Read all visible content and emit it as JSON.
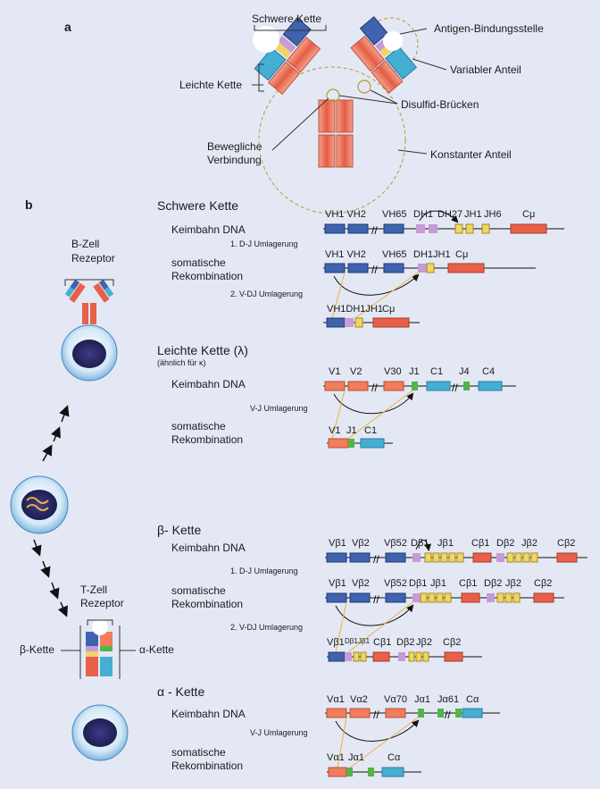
{
  "panel_a": {
    "letter": "a",
    "heavy_chain": "Schwere Kette",
    "light_chain": "Leichte Kette",
    "antigen_site": "Antigen-Bindungsstelle",
    "variable": "Variabler Anteil",
    "disulfide": "Disulfid-Brücken",
    "hinge_line1": "Bewegliche",
    "hinge_line2": "Verbindung",
    "constant": "Konstanter Anteil"
  },
  "panel_b": {
    "letter": "b",
    "bcell_line1": "B-Zell",
    "bcell_line2": "Rezeptor",
    "tcell_line1": "T-Zell",
    "tcell_line2": "Rezeptor",
    "beta_chain_label": "β-Kette",
    "alpha_chain_label": "α-Kette",
    "germline": "Keimbahn DNA",
    "somatic_line1": "somatische",
    "somatic_line2": "Rekombination",
    "dj": "1.  D-J Umlagerung",
    "vdj": "2.  V-DJ Umlagerung",
    "vj": "V-J Umlagerung",
    "heavy": {
      "title": "Schwere Kette",
      "germline_genes": [
        "VH1 VH2",
        "VH65",
        "DH1",
        "DH27",
        "JH1",
        "JH6",
        "Cμ"
      ],
      "step1_genes": [
        "VH1 VH2",
        "VH65",
        "DH1JH1",
        "Cμ"
      ],
      "step2_genes": [
        "VH1DH1JH1",
        "Cμ"
      ]
    },
    "light": {
      "title": "Leichte Kette (λ)",
      "note": "(ähnlich für κ)",
      "germline_genes": [
        "V1",
        "V2",
        "V30",
        "J1",
        "C1",
        "J4",
        "C4"
      ],
      "recomb_genes": [
        "V1",
        "J1",
        "C1"
      ]
    },
    "beta": {
      "title": "β- Kette",
      "germline_genes": [
        "Vβ1",
        "Vβ2",
        "Vβ52",
        "Dβ1",
        "Jβ1",
        "Cβ1",
        "Dβ2",
        "Jβ2",
        "Cβ2"
      ],
      "step1_genes": [
        "Vβ1",
        "Vβ2",
        "Vβ52",
        "Dβ1",
        "Jβ1",
        "Cβ1",
        "Dβ2",
        "Jβ2",
        "Cβ2"
      ],
      "step2_genes": [
        "Vβ1",
        "Dβ1",
        "Jβ1",
        "Cβ1",
        "Dβ2",
        "Jβ2",
        "Cβ2"
      ]
    },
    "alpha": {
      "title": "α - Kette",
      "germline_genes": [
        "Vα1",
        "Vα2",
        "Vα70",
        "Jα1",
        "Jα61",
        "Cα"
      ],
      "recomb_genes": [
        "Vα1",
        "Jα1",
        "Cα"
      ]
    }
  },
  "colors": {
    "v_segment": "#3f63ad",
    "d_segment": "#c79ad8",
    "j_segment": "#f1d564",
    "c_segment": "#e8604a",
    "light_v": "#f27c5b",
    "light_j": "#52b548",
    "light_c": "#45aed3"
  }
}
